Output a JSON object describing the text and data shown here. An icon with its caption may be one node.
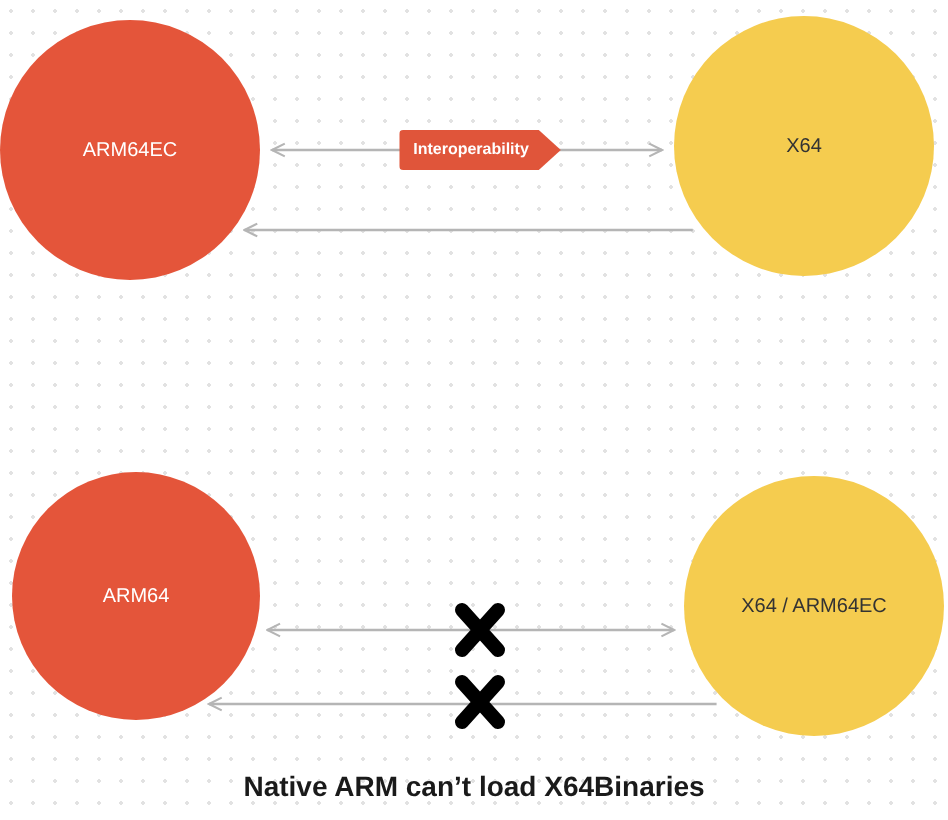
{
  "diagram": {
    "caption": "Native ARM can’t load X64Binaries",
    "nodes": [
      {
        "text": [
          "ARM64EC"
        ]
      },
      {
        "text": [
          "X64"
        ]
      },
      {
        "text": [
          "ARM64"
        ]
      },
      {
        "text": [
          "X64 / ARM64EC"
        ]
      }
    ],
    "edges": [
      {
        "from": 0,
        "to": 1,
        "arrow": "both",
        "label": "Interoperability"
      },
      {
        "from": 1,
        "to": 0,
        "arrow": "to"
      },
      {
        "from": 2,
        "to": 3,
        "arrow": "both"
      },
      {
        "from": 3,
        "to": 2,
        "arrow": "to"
      }
    ]
  }
}
